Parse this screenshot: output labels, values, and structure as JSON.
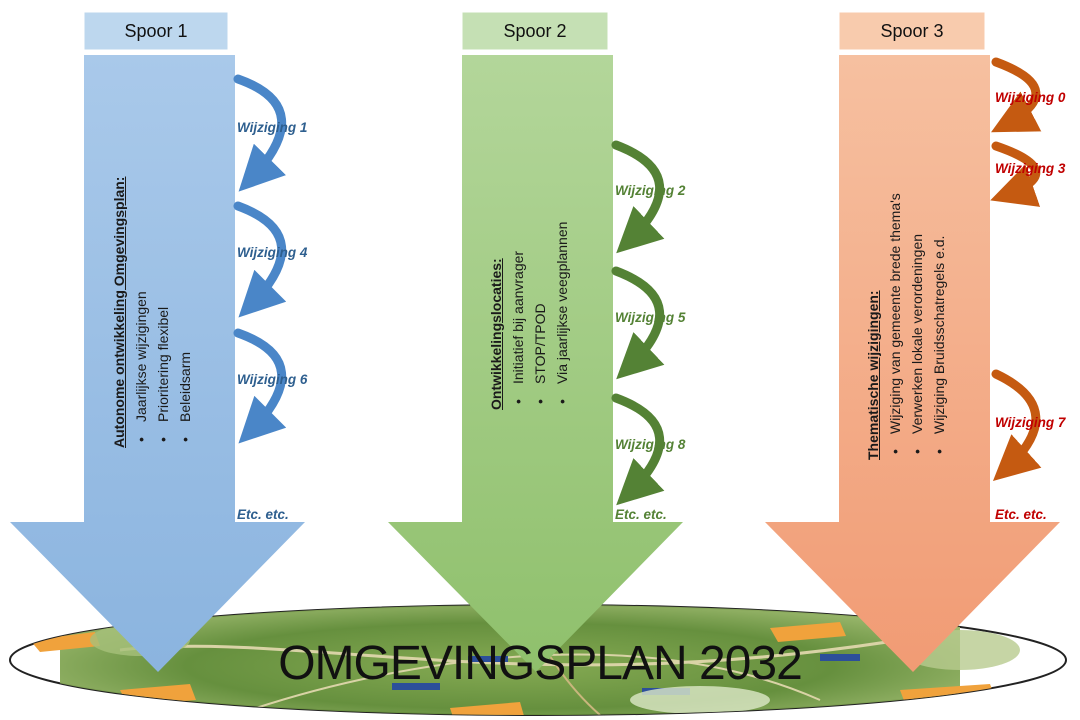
{
  "tracks": [
    {
      "header": "Spoor 1",
      "title": "Autonome ontwikkeling Omgevingsplan:",
      "bullets": [
        "Jaarlijkse wijzigingen",
        "Prioritering flexibel",
        "Beleidsarm"
      ],
      "changes": [
        "Wijziging 1",
        "Wijziging 4",
        "Wijziging 6"
      ],
      "etc": "Etc. etc.",
      "colors": {
        "header": "#bdd7ee",
        "body": "#9dc3e6",
        "curve": "#4a86c8",
        "label": "#2e5f8f"
      }
    },
    {
      "header": "Spoor 2",
      "title": "Ontwikkelingslocaties:",
      "bullets": [
        "Initiatief bij aanvrager",
        "STOP/TPOD",
        "Via jaarlijkse veegplannen"
      ],
      "changes": [
        "Wijziging 2",
        "Wijziging 5",
        "Wijziging 8"
      ],
      "etc": "Etc. etc.",
      "colors": {
        "header": "#c5e0b4",
        "body": "#a9d18e",
        "curve": "#548235",
        "label": "#548235"
      }
    },
    {
      "header": "Spoor 3",
      "title": "Thematische wijzigingen:",
      "bullets": [
        "Wijziging van gemeente brede thema's",
        "Verwerken lokale verordeningen",
        "Wijziging Bruidsschatregels e.d."
      ],
      "changes": [
        "Wijziging 0",
        "Wijziging 3",
        "Wijziging 7"
      ],
      "etc": "Etc. etc.",
      "colors": {
        "header": "#f8cbad",
        "body": "#f4b183",
        "curve": "#c55a11",
        "label": "#c00000"
      }
    }
  ],
  "plan": {
    "title": "OMGEVINGSPLAN 2032"
  }
}
